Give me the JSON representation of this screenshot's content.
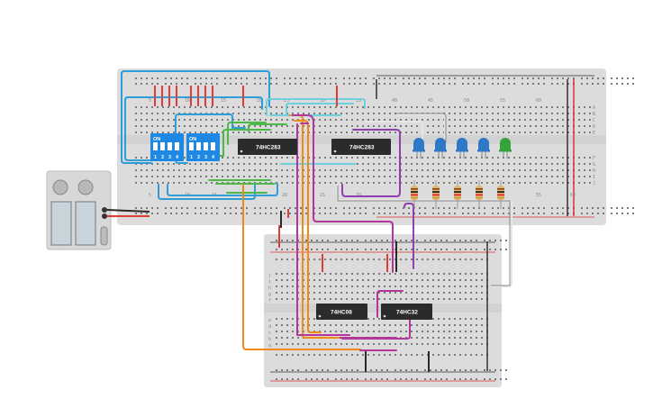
{
  "main_breadboard": {
    "column_labels": [
      "5",
      "10",
      "15",
      "20",
      "25",
      "30",
      "35",
      "40",
      "45",
      "50",
      "55",
      "60"
    ],
    "row_labels_right": [
      "A",
      "B",
      "C",
      "D",
      "E",
      "F",
      "G",
      "H",
      "I",
      "J"
    ]
  },
  "lower_breadboard": {
    "row_labels": [
      "a",
      "b",
      "c",
      "d",
      "e",
      "f",
      "g",
      "h",
      "i",
      "j"
    ]
  },
  "chips": {
    "adder_1": "74HC283",
    "adder_2": "74HC283",
    "and_gate": "74HC08",
    "or_gate": "74HC32"
  },
  "dip_switches": {
    "left": {
      "on_label": "ON",
      "positions": [
        "1",
        "2",
        "3",
        "4"
      ]
    },
    "right": {
      "on_label": "ON",
      "positions": [
        "1",
        "2",
        "3",
        "4"
      ]
    }
  },
  "leds": {
    "colors": [
      "blue",
      "blue",
      "blue",
      "blue",
      "green"
    ]
  },
  "colors": {
    "wire_blue": "#2f9ed8",
    "wire_cyan": "#6ed0dc",
    "wire_green": "#4cb847",
    "wire_orange": "#ef8a17",
    "wire_magenta": "#b5369a",
    "wire_purple": "#8e3fb0",
    "wire_red": "#e03b3b",
    "wire_black": "#2a2a2a",
    "led_blue": "#2e78c8",
    "led_green": "#35a33a",
    "chip": "#2b2b2b",
    "switch_body": "#1e88e5"
  }
}
